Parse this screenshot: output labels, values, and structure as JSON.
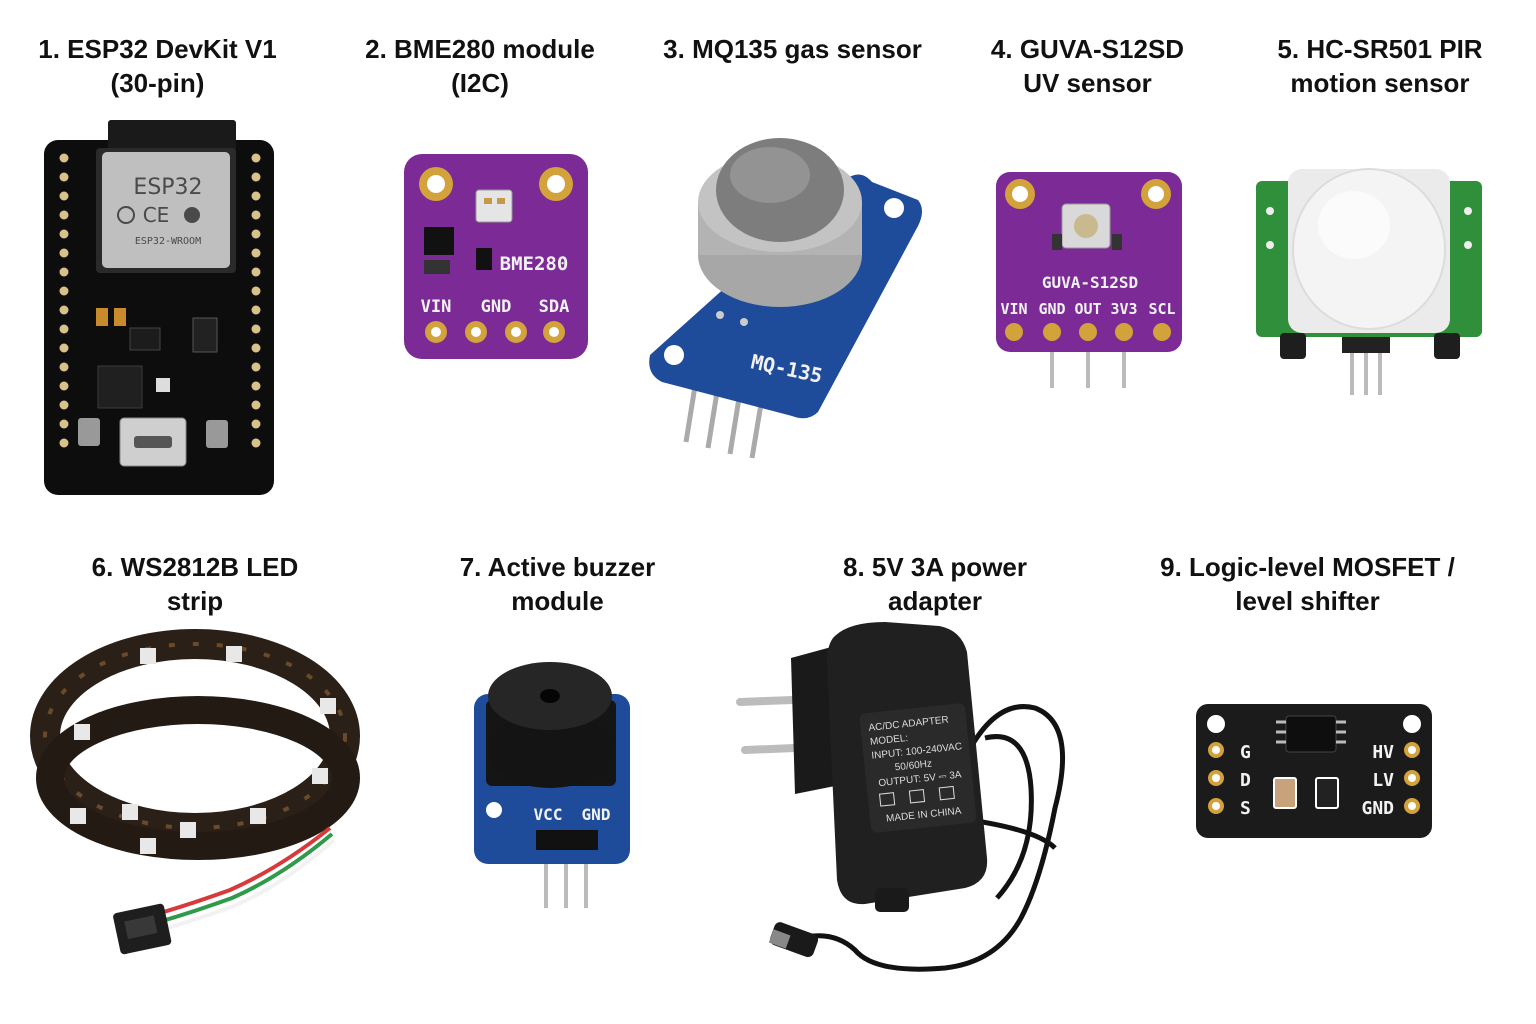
{
  "items": [
    {
      "caption": [
        "1. ESP32 DevKit V1",
        "(30-pin)"
      ],
      "chip_label": "ESP32",
      "chip_marks": "CE",
      "chip_small": "ESP32-WROOM"
    },
    {
      "caption": [
        "2. BME280 module",
        "(I2C)"
      ],
      "board_label": "BME280",
      "pins": [
        "VIN",
        "GND",
        "SDA"
      ]
    },
    {
      "caption": [
        "3. MQ135 gas sensor",
        ""
      ],
      "board_label": "MQ-135"
    },
    {
      "caption": [
        "4. GUVA-S12SD",
        "UV sensor"
      ],
      "board_label": "GUVA-S12SD",
      "pins": [
        "VIN",
        "GND",
        "OUT",
        "3V3",
        "SCL"
      ]
    },
    {
      "caption": [
        "5. HC-SR501 PIR",
        "motion sensor"
      ]
    },
    {
      "caption": [
        "6. WS2812B LED",
        "strip"
      ]
    },
    {
      "caption": [
        "7. Active buzzer",
        "module"
      ],
      "pins": [
        "VCC",
        "GND"
      ]
    },
    {
      "caption": [
        "8. 5V 3A power",
        "adapter"
      ],
      "label_lines": [
        "AC/DC ADAPTER",
        "MODEL:",
        "INPUT: 100-240VAC",
        "50/60Hz",
        "OUTPUT: 5V ⎓ 3A",
        "MADE IN CHINA"
      ]
    },
    {
      "caption": [
        "9. Logic-level MOSFET /",
        "level shifter"
      ],
      "pins_left": [
        "G",
        "D",
        "S"
      ],
      "pins_right": [
        "HV",
        "LV",
        "GND"
      ]
    }
  ],
  "colors": {
    "pcb_black": "#1b1b1b",
    "pcb_purple": "#7b2a96",
    "pcb_blue": "#1f4c9a",
    "pcb_green": "#2f8f3a",
    "gold": "#d4a23a"
  }
}
